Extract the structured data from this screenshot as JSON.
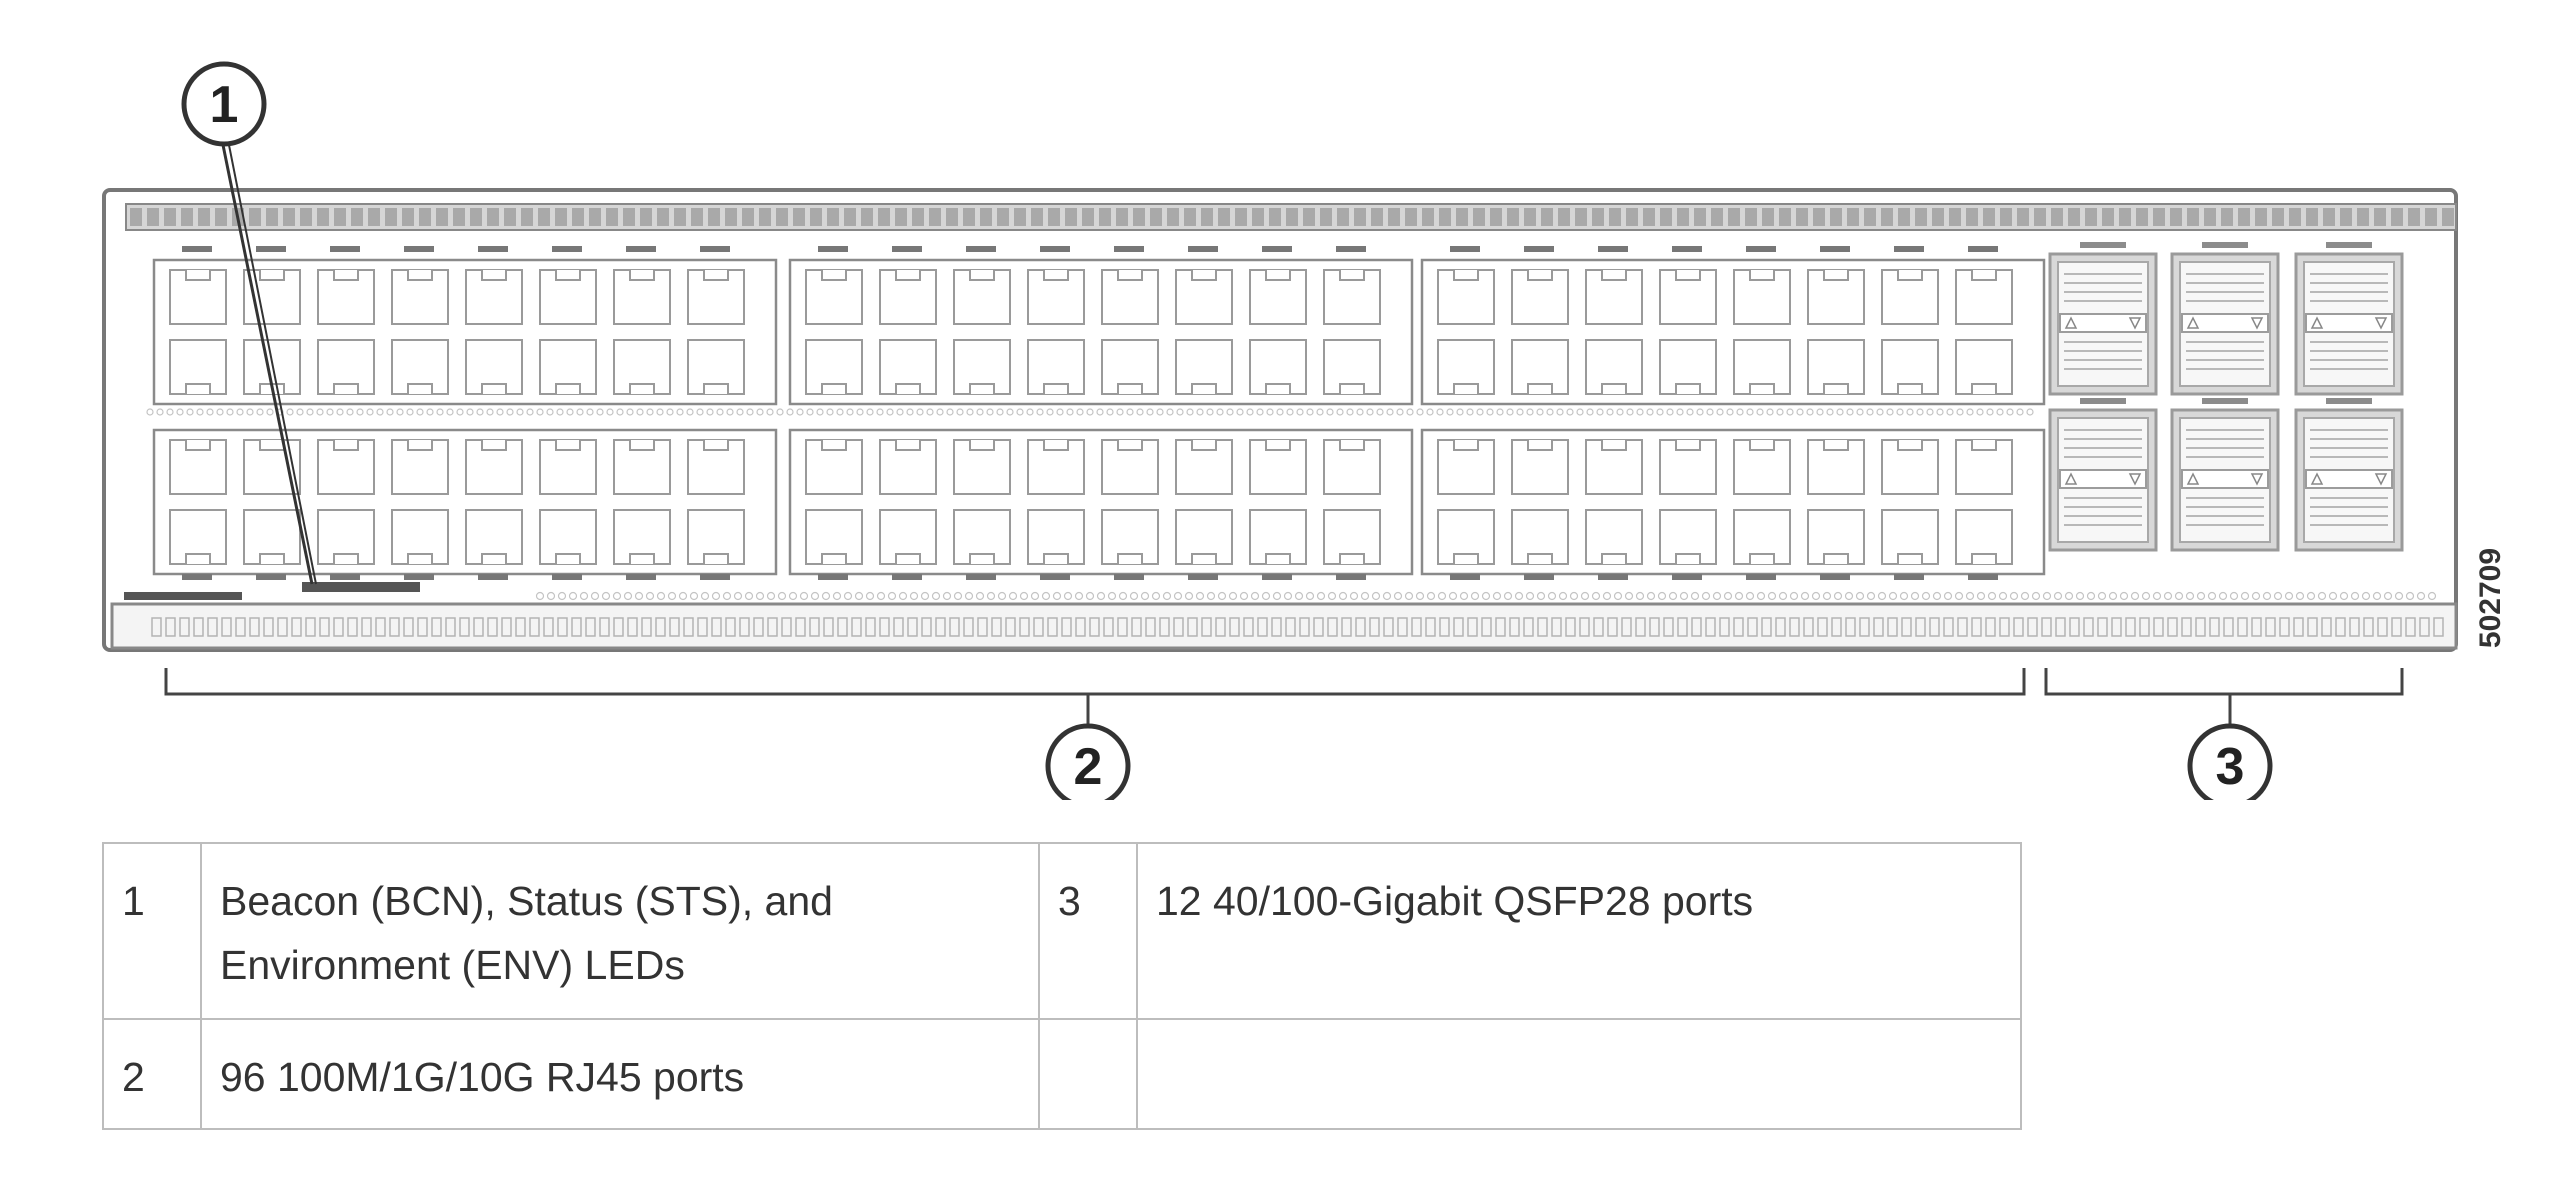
{
  "figure": {
    "callouts": [
      {
        "number": "1"
      },
      {
        "number": "2"
      },
      {
        "number": "3"
      }
    ],
    "figure_id": "502709",
    "switch": {
      "rj45_port_count": 96,
      "qsfp28_port_count": 12
    }
  },
  "legend": {
    "rows": [
      {
        "left_num": "1",
        "left_desc": "Beacon (BCN), Status (STS), and Environment (ENV) LEDs",
        "right_num": "3",
        "right_desc": "12 40/100-Gigabit QSFP28 ports"
      },
      {
        "left_num": "2",
        "left_desc": "96 100M/1G/10G RJ45 ports",
        "right_num": "",
        "right_desc": ""
      }
    ]
  },
  "colors": {
    "outline": "#333333",
    "panel_stroke": "#8a8a8a",
    "port_stroke": "#9a9a9a",
    "table_border": "#bdbdbd",
    "text": "#333333"
  }
}
